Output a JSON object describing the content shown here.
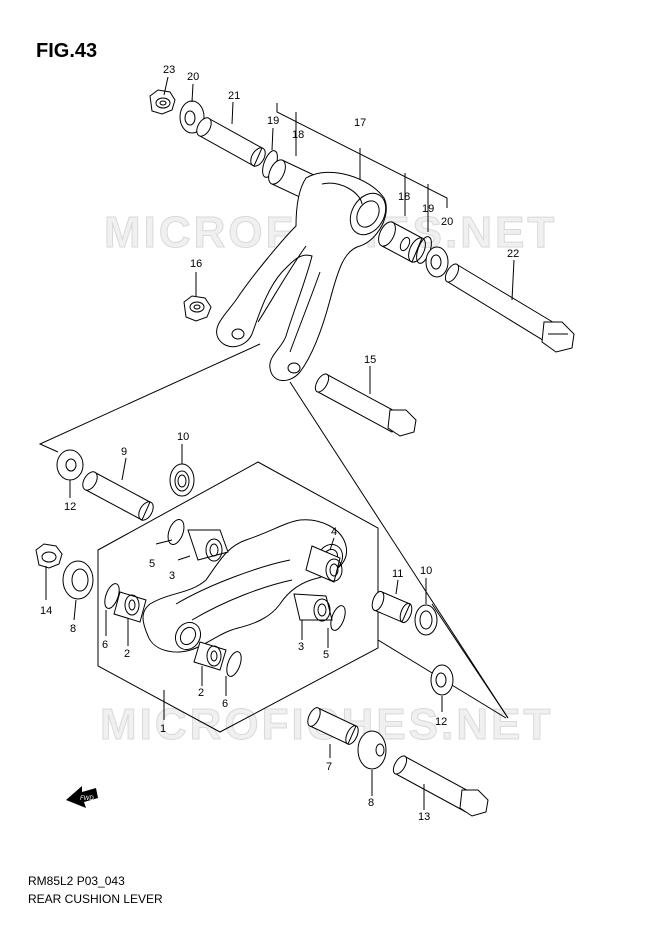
{
  "figure_title": "FIG.43",
  "footer": {
    "code": "RM85L2 P03_043",
    "name": "REAR CUSHION LEVER"
  },
  "watermark": "MICROFICHES.NET",
  "fwd_label": "FWD",
  "callouts": {
    "c23": "23",
    "c20a": "20",
    "c21": "21",
    "c19a": "19",
    "c18a": "18",
    "c17": "17",
    "c18b": "18",
    "c19b": "19",
    "c20b": "20",
    "c22": "22",
    "c16": "16",
    "c15": "15",
    "c9": "9",
    "c10a": "10",
    "c12a": "12",
    "c14": "14",
    "c8a": "8",
    "c5a": "5",
    "c3a": "3",
    "c4": "4",
    "c6a": "6",
    "c2a": "2",
    "c3b": "3",
    "c5b": "5",
    "c2b": "2",
    "c6b": "6",
    "c1": "1",
    "c11": "11",
    "c10b": "10",
    "c12b": "12",
    "c7": "7",
    "c8b": "8",
    "c13": "13"
  },
  "colors": {
    "line": "#000000",
    "watermark": "#d9d9d9"
  }
}
